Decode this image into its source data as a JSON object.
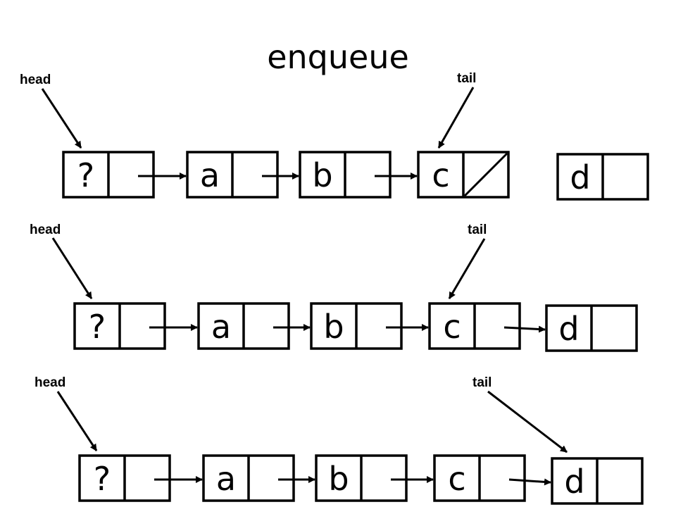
{
  "title": "enqueue",
  "colors": {
    "ink": "#000000",
    "background": "#ffffff"
  },
  "stages": [
    {
      "head_label": "head",
      "tail_label": "tail",
      "tail_points_to": "c",
      "nodes": [
        {
          "value": "?",
          "next": "a"
        },
        {
          "value": "a",
          "next": "b"
        },
        {
          "value": "b",
          "next": "c"
        },
        {
          "value": "c",
          "next": null
        },
        {
          "value": "d",
          "next": null
        }
      ]
    },
    {
      "head_label": "head",
      "tail_label": "tail",
      "tail_points_to": "c",
      "nodes": [
        {
          "value": "?",
          "next": "a"
        },
        {
          "value": "a",
          "next": "b"
        },
        {
          "value": "b",
          "next": "c"
        },
        {
          "value": "c",
          "next": "d"
        },
        {
          "value": "d",
          "next": null
        }
      ]
    },
    {
      "head_label": "head",
      "tail_label": "tail",
      "tail_points_to": "d",
      "nodes": [
        {
          "value": "?",
          "next": "a"
        },
        {
          "value": "a",
          "next": "b"
        },
        {
          "value": "b",
          "next": "c"
        },
        {
          "value": "c",
          "next": "d"
        },
        {
          "value": "d",
          "next": null
        }
      ]
    }
  ]
}
